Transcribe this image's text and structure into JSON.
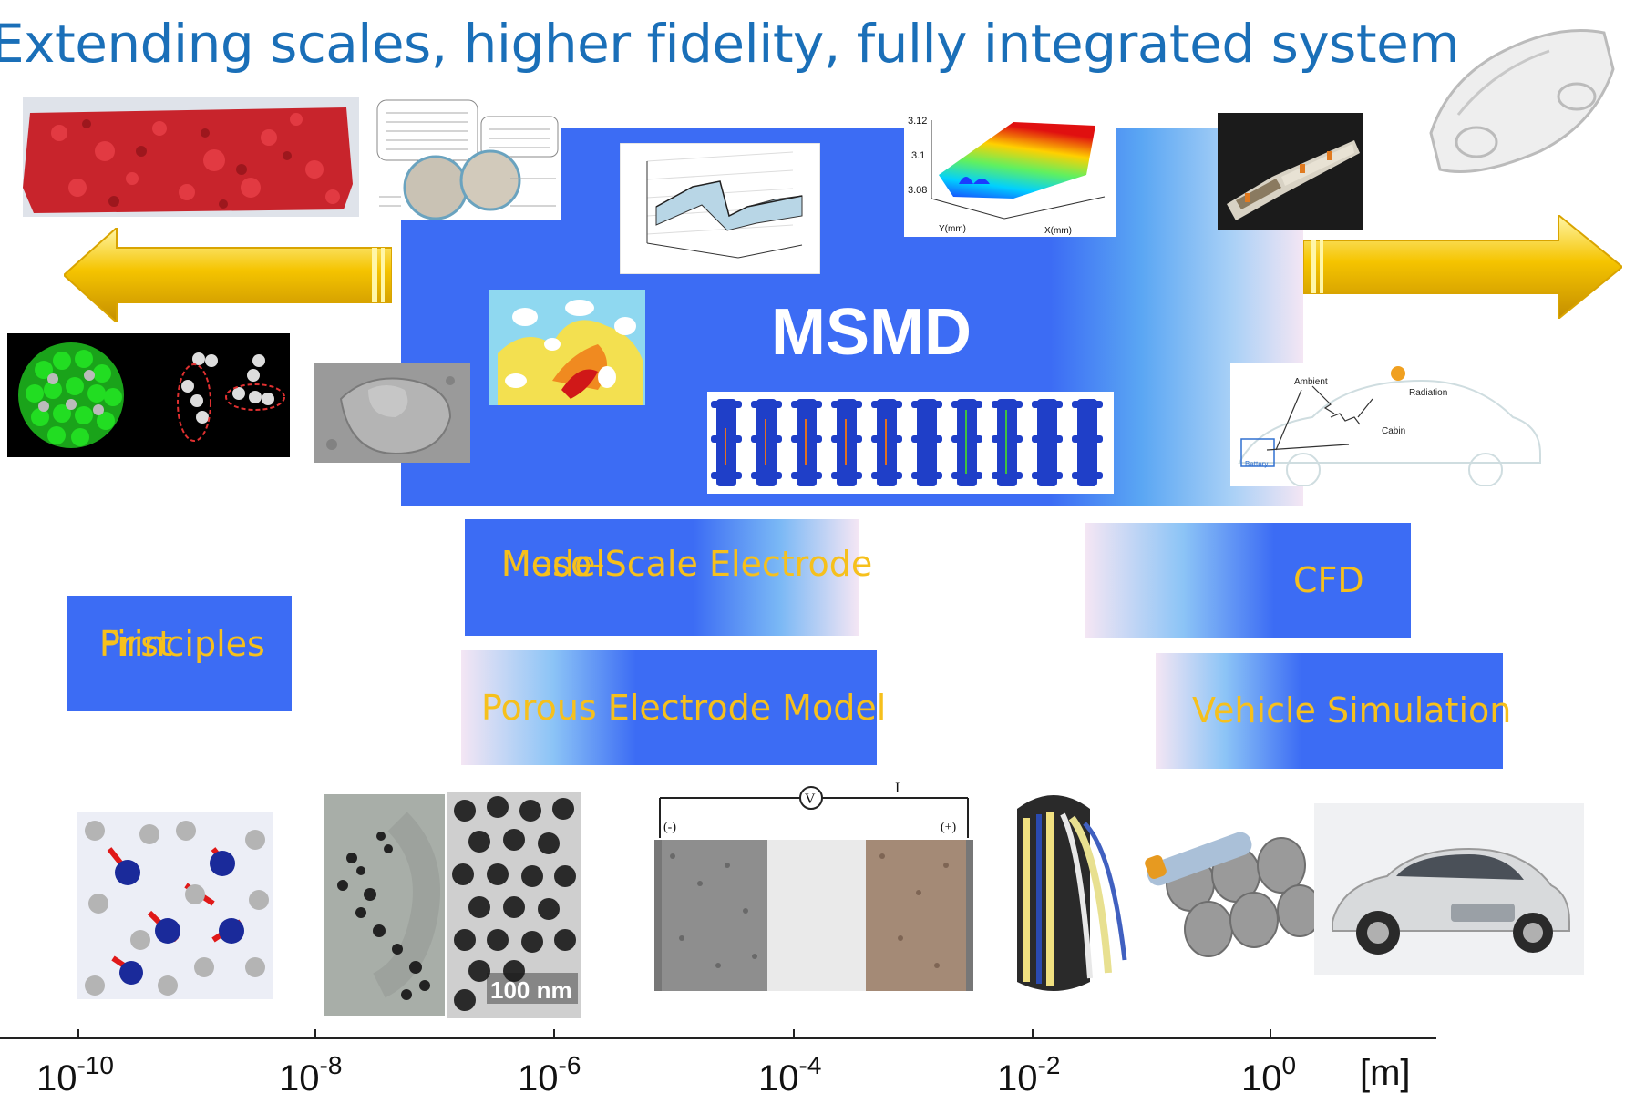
{
  "title": "Extending scales, higher fidelity, fully integrated system",
  "center_label": "MSMD",
  "boxes": {
    "first_principles_line1": "First",
    "first_principles_line2": "Principles",
    "meso_line1": "Meso-Scale Electrode",
    "meso_line2": "Model",
    "porous": "Porous Electrode Model",
    "cfd": "CFD",
    "vehicle": "Vehicle Simulation"
  },
  "inset_text": {
    "surface_plot_z1": "3.12",
    "surface_plot_z2": "3.1",
    "surface_plot_z3": "3.08",
    "surface_plot_y_label": "Y(mm)",
    "surface_plot_x_label": "X(mm)",
    "circuit_ambient": "Ambient",
    "circuit_radiation": "Radiation",
    "circuit_cabin": "Cabin",
    "circuit_battery": "Battery",
    "tem_scale": "100 nm",
    "cell_voltage": "V",
    "cell_current": "I",
    "cell_negative": "(-)",
    "cell_positive": "(+)"
  },
  "axis": {
    "unit": "[m]",
    "ticks": [
      {
        "base": "10",
        "exp": "-10"
      },
      {
        "base": "10",
        "exp": "-8"
      },
      {
        "base": "10",
        "exp": "-6"
      },
      {
        "base": "10",
        "exp": "-4"
      },
      {
        "base": "10",
        "exp": "-2"
      },
      {
        "base": "10",
        "exp": "0"
      }
    ]
  },
  "colors": {
    "title": "#1a6fb8",
    "panel_blue": "#3c6cf4",
    "label_yellow": "#f6c01c",
    "arrow_gold": "#f5c400"
  }
}
